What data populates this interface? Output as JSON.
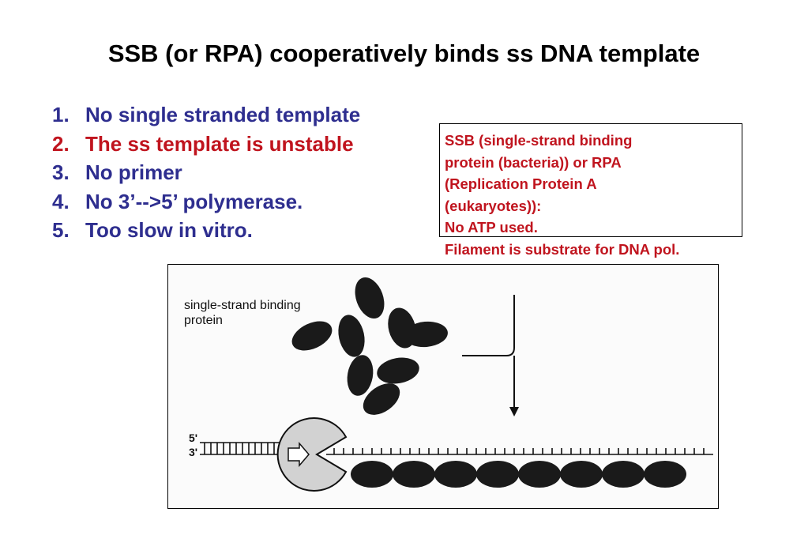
{
  "title": "SSB (or RPA) cooperatively binds ss DNA template",
  "problems": [
    {
      "num": "1.",
      "text": "No single stranded template",
      "color": "#2e2e8f"
    },
    {
      "num": "2.",
      "text": "The ss template is unstable",
      "color": "#c0141e"
    },
    {
      "num": "3.",
      "text": "No primer",
      "color": "#2e2e8f"
    },
    {
      "num": "4.",
      "text": "No 3’-->5’ polymerase.",
      "color": "#2e2e8f"
    },
    {
      "num": "5.",
      "text": "Too slow in vitro.",
      "color": "#2e2e8f"
    }
  ],
  "note": {
    "color": "#c0141e",
    "lines": [
      "SSB (single-strand binding",
      "protein (bacteria)) or RPA",
      "(Replication Protein A",
      "(eukaryotes)):",
      "No ATP used.",
      "Filament is substrate for DNA pol."
    ]
  },
  "figure": {
    "label_line1": "single-strand binding",
    "label_line2": "protein",
    "end_5": "5'",
    "end_3": "3'"
  }
}
